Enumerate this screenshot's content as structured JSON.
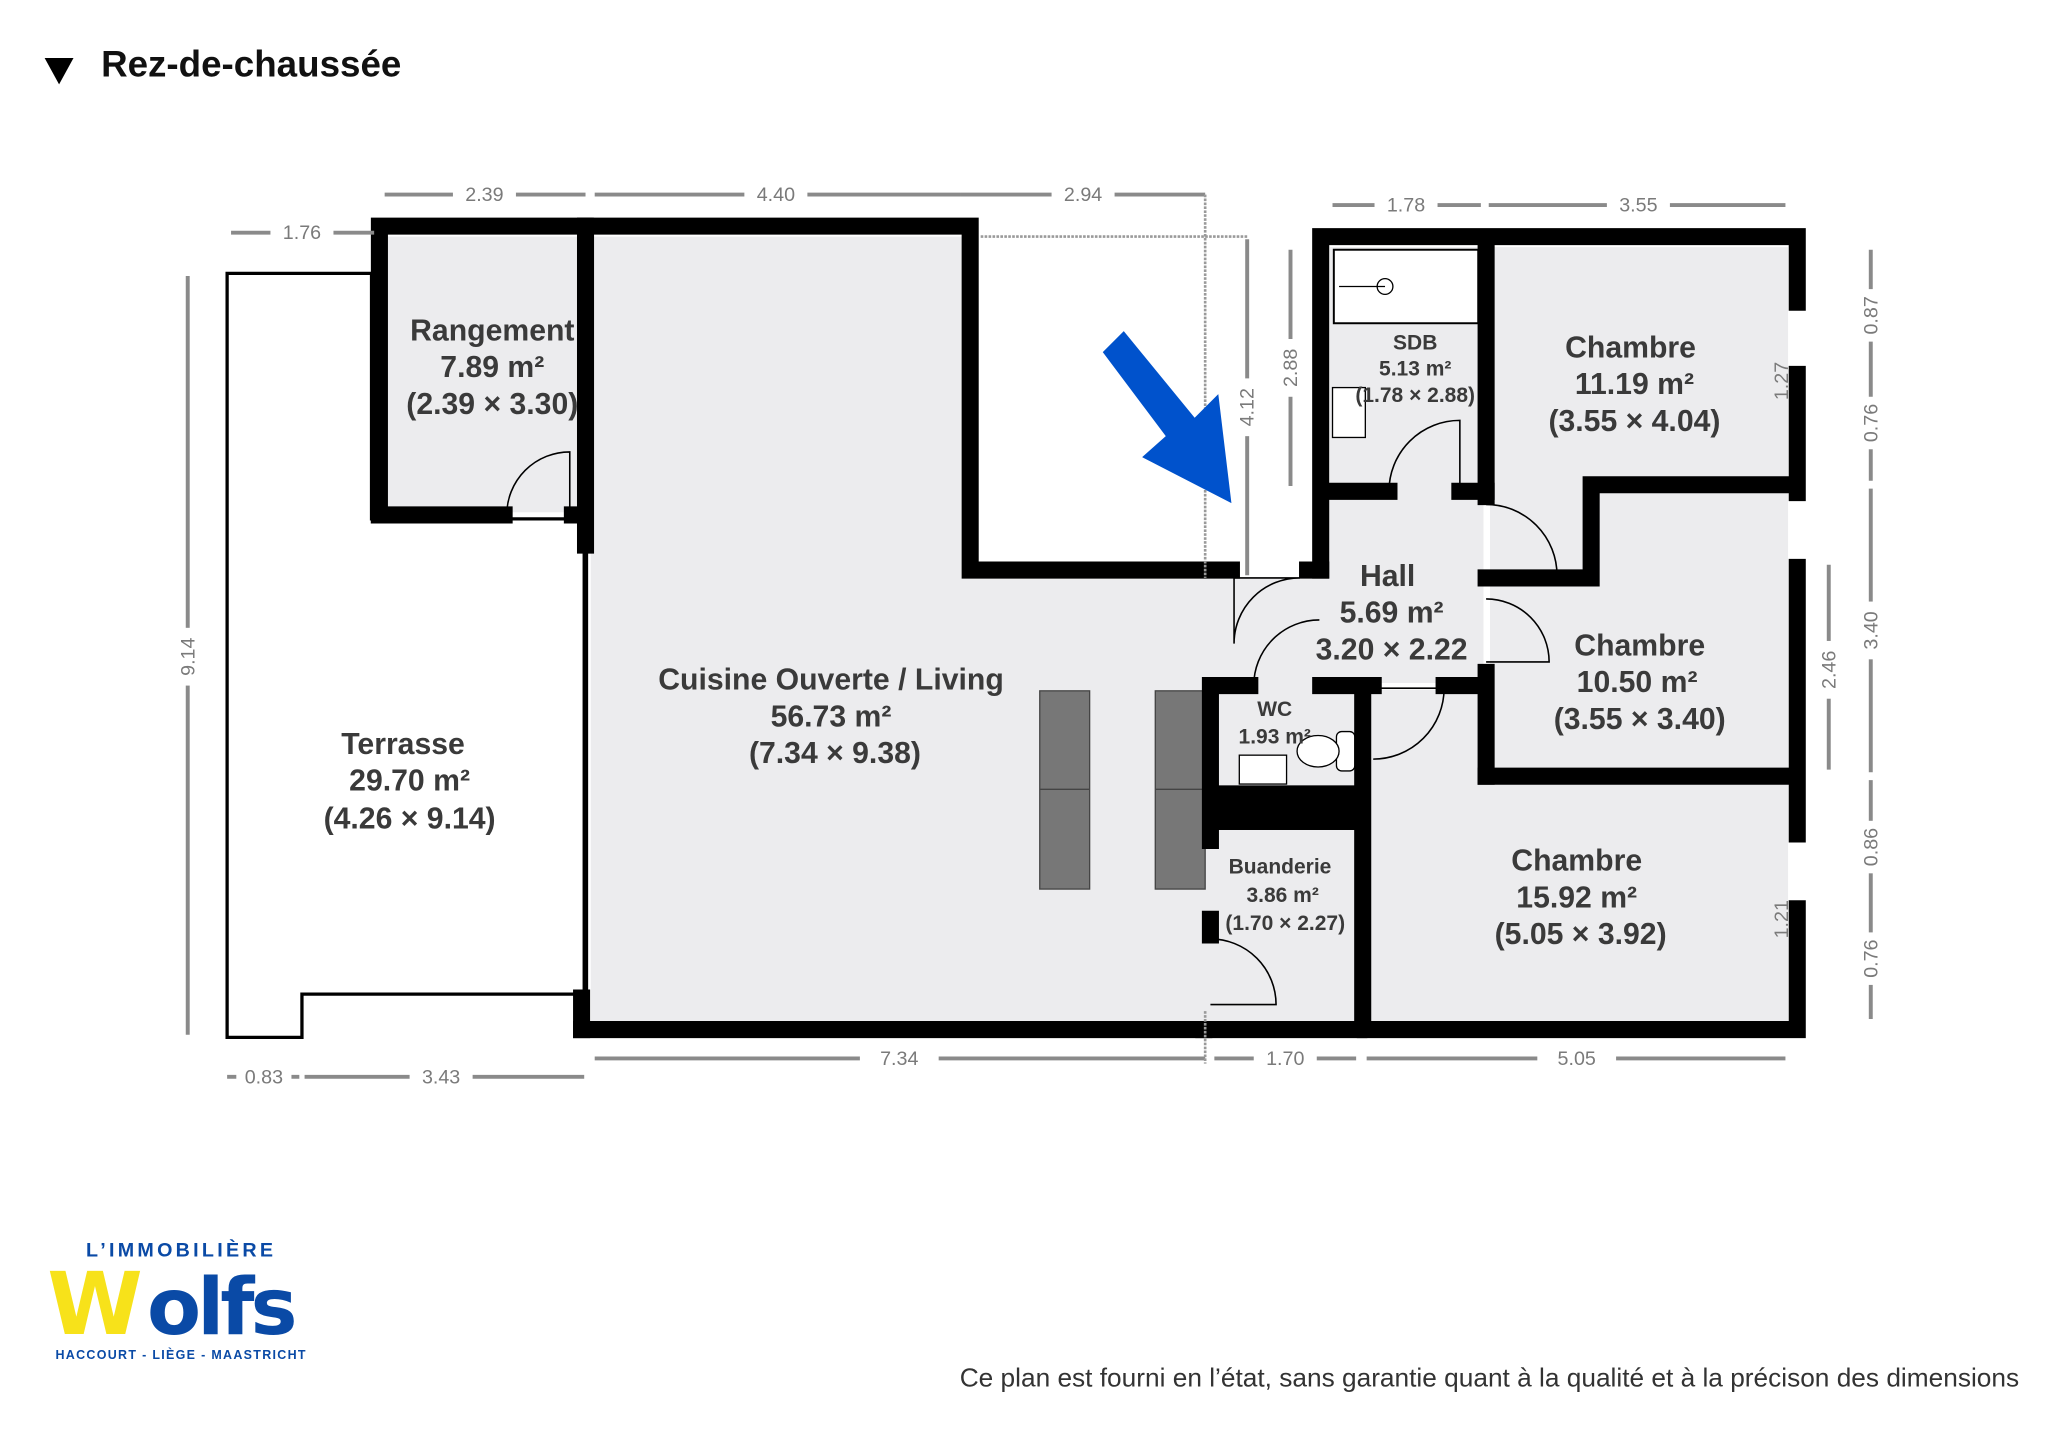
{
  "header": {
    "toggle_icon": "triangle-down-icon",
    "title": "Rez-de-chaussée"
  },
  "rooms": {
    "terrasse": {
      "name": "Terrasse",
      "area": "29.70 m²",
      "dims": "(4.26 × 9.14)"
    },
    "rangement": {
      "name": "Rangement",
      "area": "7.89 m²",
      "dims": "(2.39 × 3.30)"
    },
    "living": {
      "name": "Cuisine Ouverte / Living",
      "area": "56.73 m²",
      "dims": "(7.34 × 9.38)"
    },
    "sdb": {
      "name": "SDB",
      "area": "5.13 m²",
      "dims": "(1.78 × 2.88)"
    },
    "hall": {
      "name": "Hall",
      "area": "5.69 m²",
      "dims": "3.20 × 2.22"
    },
    "wc": {
      "name": "WC",
      "area": "1.93 m²"
    },
    "buanderie": {
      "name": "Buanderie",
      "area": "3.86 m²",
      "dims": "(1.70 × 2.27)"
    },
    "chambre1": {
      "name": "Chambre",
      "area": "11.19 m²",
      "dims": "(3.55 × 4.04)"
    },
    "chambre2": {
      "name": "Chambre",
      "area": "10.50 m²",
      "dims": "(3.55 × 3.40)"
    },
    "chambre3": {
      "name": "Chambre",
      "area": "15.92 m²",
      "dims": "(5.05 × 3.92)"
    }
  },
  "dimensions": {
    "top": [
      "1.76",
      "2.39",
      "4.40",
      "2.94",
      "1.78",
      "3.55"
    ],
    "left": [
      "9.14",
      "4.12",
      "2.88"
    ],
    "right": [
      "1.27",
      "0.87",
      "0.76",
      "3.40",
      "2.46",
      "1.21",
      "0.86",
      "0.76"
    ],
    "bottom": [
      "0.83",
      "3.43",
      "7.34",
      "1.70",
      "5.05"
    ]
  },
  "annotation": {
    "arrow_color": "#0052cc"
  },
  "logo": {
    "top": "L’IMMOBILIÈRE",
    "brand_w": "W",
    "brand_rest": "olfs",
    "bottom": "HACCOURT - LIÈGE - MAASTRICHT",
    "yellow": "#f7e21a",
    "blue": "#0a4aa6"
  },
  "footer": {
    "disclaimer": "Ce plan est fourni en l’état, sans garantie quant à la qualité et à la précison des dimensions"
  }
}
